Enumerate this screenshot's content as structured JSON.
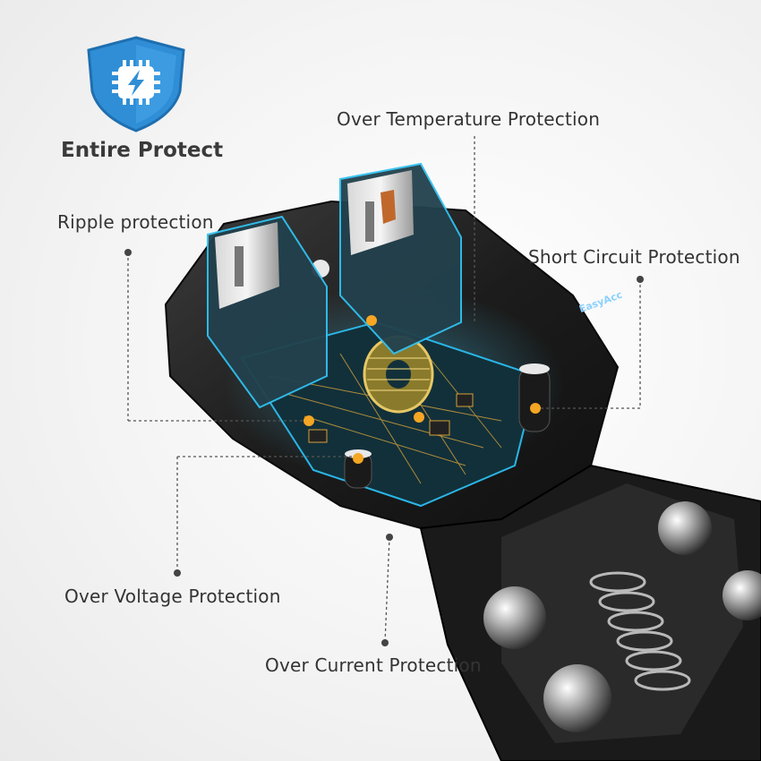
{
  "badge": {
    "title": "Entire Protect",
    "icon": "shield-bolt-icon",
    "shield_color": "#3d9fe0",
    "shield_dark_color": "#1f6fb0"
  },
  "features": {
    "over_temperature": "Over Temperature Protection",
    "ripple": "Ripple protection",
    "short_circuit": "Short Circuit Protection",
    "over_voltage": "Over Voltage Protection",
    "over_current": "Over Current Protection"
  },
  "product": {
    "board_brand": "EasyAcc",
    "accent_color": "#f5a623"
  }
}
